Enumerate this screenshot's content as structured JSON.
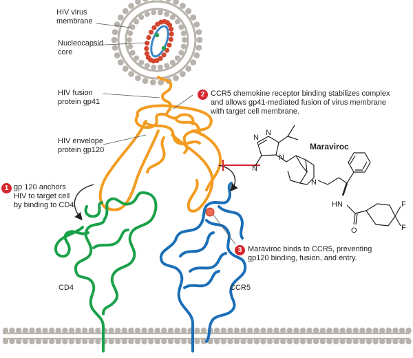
{
  "labels": {
    "hiv_membrane": "HIV virus\nmembrane",
    "nucleocapsid": "Nucleocapsid\ncore",
    "gp41": "HIV fusion\nprotein gp41",
    "gp120": "HIV envelope\nprotein gp120",
    "cd4": "CD4",
    "ccr5": "CCR5",
    "maraviroc": "Maraviroc"
  },
  "steps": [
    {
      "number": "1",
      "text": "gp 120 anchors\nHIV to target cell\nby binding to CD4."
    },
    {
      "number": "2",
      "text": "CCR5 chemokine receptor binding stabilizes complex\nand allows gp41-mediated fusion of virus membrane\nwith target cell membrane."
    },
    {
      "number": "3",
      "text": "Maraviroc binds to CCR5, preventing\ngp120 binding, fusion, and entry."
    }
  ],
  "structure_atoms": {
    "n1": "N",
    "n2": "N",
    "n3": "N",
    "n4": "N",
    "n5": "N",
    "hn": "HN",
    "o": "O",
    "f1": "F",
    "f2": "F"
  },
  "colors": {
    "gp120": "#f39c22",
    "cd4": "#1aa14a",
    "ccr5": "#1b6fb8",
    "step_badge": "#d7262e",
    "virus_red": "#d2452f",
    "virus_blue": "#3a86c8",
    "virus_green": "#2aa35a",
    "membrane_grey": "#b9b3ad",
    "inhibition": "#d7262e"
  }
}
